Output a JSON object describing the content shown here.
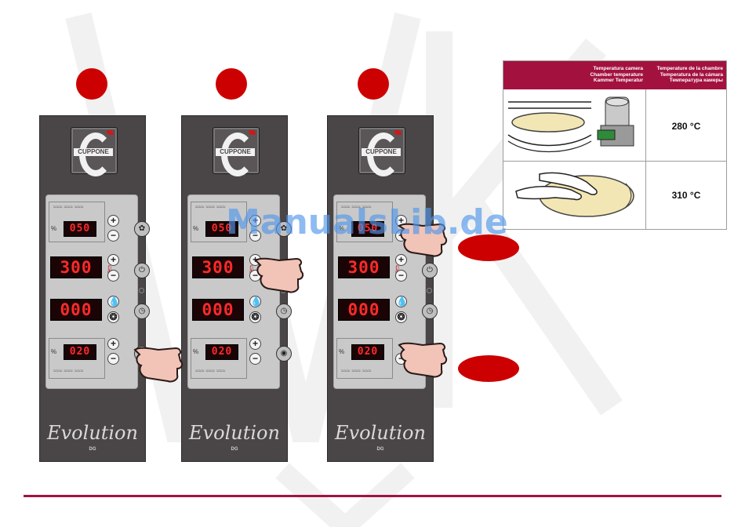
{
  "watermark": "ManualsLib.de",
  "panels": [
    {
      "logo_text": "CUPPONE",
      "display_humidity": "050",
      "display_set_temp": "300",
      "display_actual_temp": "000",
      "display_bottom": "020",
      "brand": "Evolution",
      "model": "DG"
    },
    {
      "logo_text": "CUPPONE",
      "display_humidity": "050",
      "display_set_temp": "300",
      "display_actual_temp": "000",
      "display_bottom": "020",
      "brand": "Evolution",
      "model": "DG"
    },
    {
      "logo_text": "CUPPONE",
      "display_humidity": "050",
      "display_set_temp": "300",
      "display_actual_temp": "000",
      "display_bottom": "020",
      "brand": "Evolution",
      "model": "DG"
    }
  ],
  "controls": {
    "plus": "+",
    "minus": "−",
    "percent": "%",
    "waves": "≈≈≈ ≈≈≈ ≈≈≈"
  },
  "table": {
    "header_col1": [
      "Temperatura camera",
      "Chamber temperature",
      "Kammer Temperatur"
    ],
    "header_col2": [
      "Temperature de la chambre",
      "Temperatura de la cámara",
      "Температура камеры"
    ],
    "rows": [
      {
        "temp": "280 °C"
      },
      {
        "temp": "310 °C"
      }
    ]
  },
  "colors": {
    "accent": "#a3123f",
    "dot": "#cc0000",
    "panel": "#4a4546",
    "display_digits": "#ff2a2a"
  }
}
